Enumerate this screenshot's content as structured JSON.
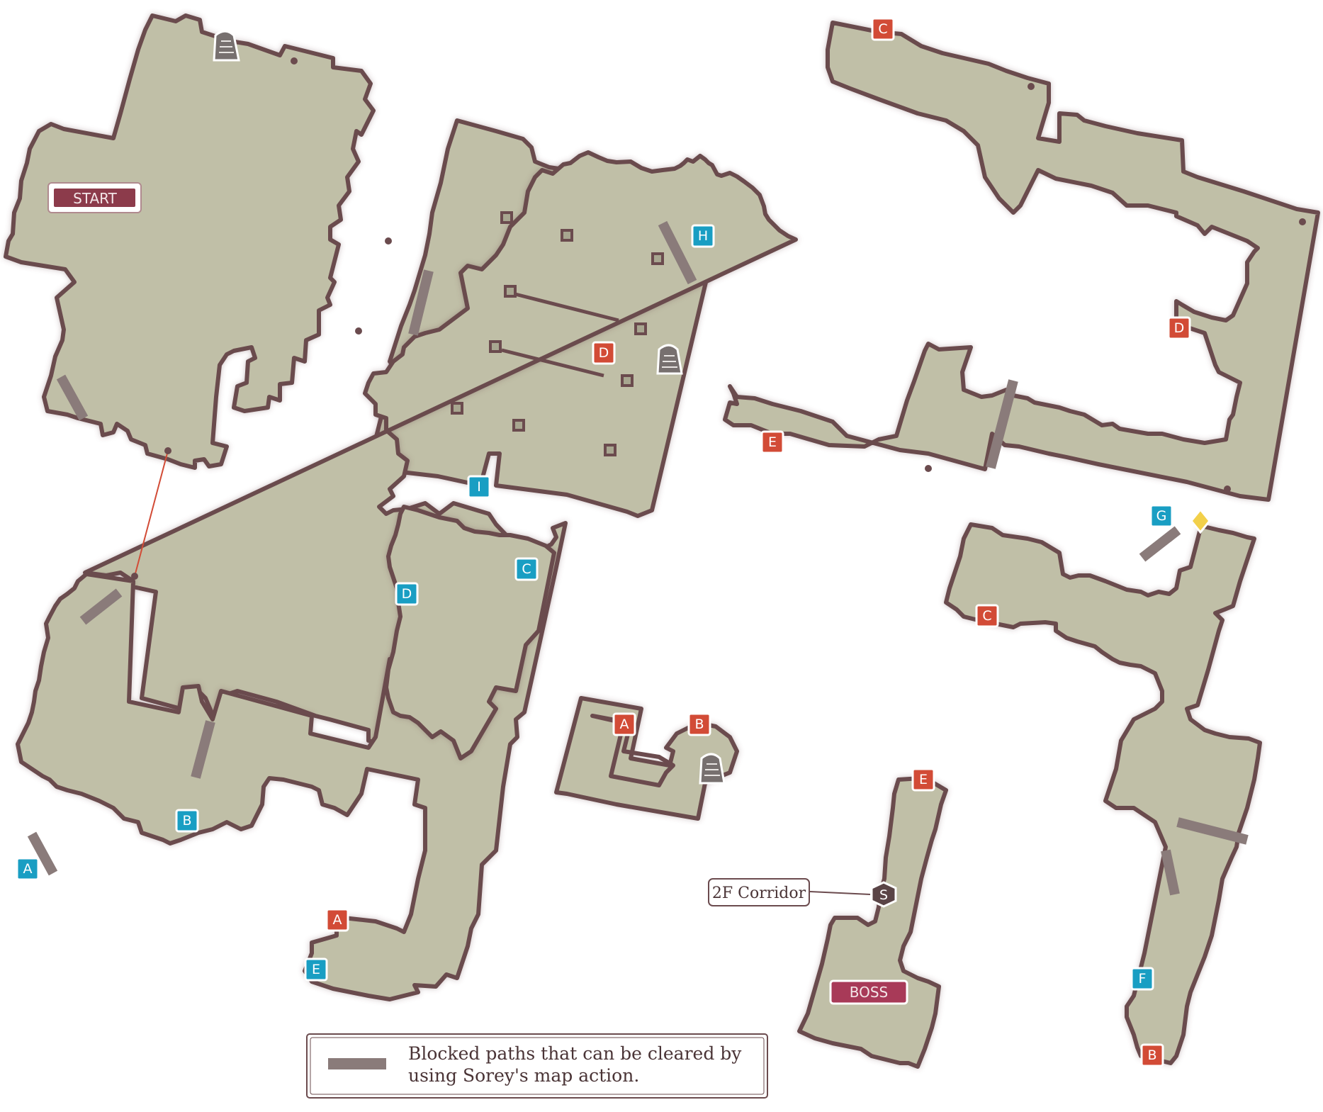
{
  "labels": {
    "start": "START",
    "boss": "BOSS",
    "corridor": "2F Corridor",
    "save_symbol": "S"
  },
  "legend": {
    "line1": "Blocked paths that can be cleared by",
    "line2": "using Sorey's map action."
  },
  "markers": {
    "red_A_top": "A",
    "red_B_top": "B",
    "red_A_left": "A",
    "red_C_top": "C",
    "red_D_right": "D",
    "red_E_mid": "E",
    "red_C_lower": "C",
    "red_D_middle": "D",
    "red_E_corridor": "E",
    "red_B_bottom": "B",
    "blue_A": "A",
    "blue_B": "B",
    "blue_C": "C",
    "blue_D": "D",
    "blue_E": "E",
    "blue_F": "F",
    "blue_G": "G",
    "blue_H": "H",
    "blue_I": "I"
  },
  "colors": {
    "floor": "#c0bfa7",
    "wall": "#6b4b4e",
    "red_marker": "#d24b36",
    "blue_marker": "#199ec3",
    "blocked_path": "#8a7b7a",
    "start_banner": "#8c3b4b",
    "boss_banner": "#a83a58",
    "star": "#f2d04a"
  },
  "icons": [
    "tombstone-icon",
    "save-point-icon",
    "star-icon"
  ]
}
